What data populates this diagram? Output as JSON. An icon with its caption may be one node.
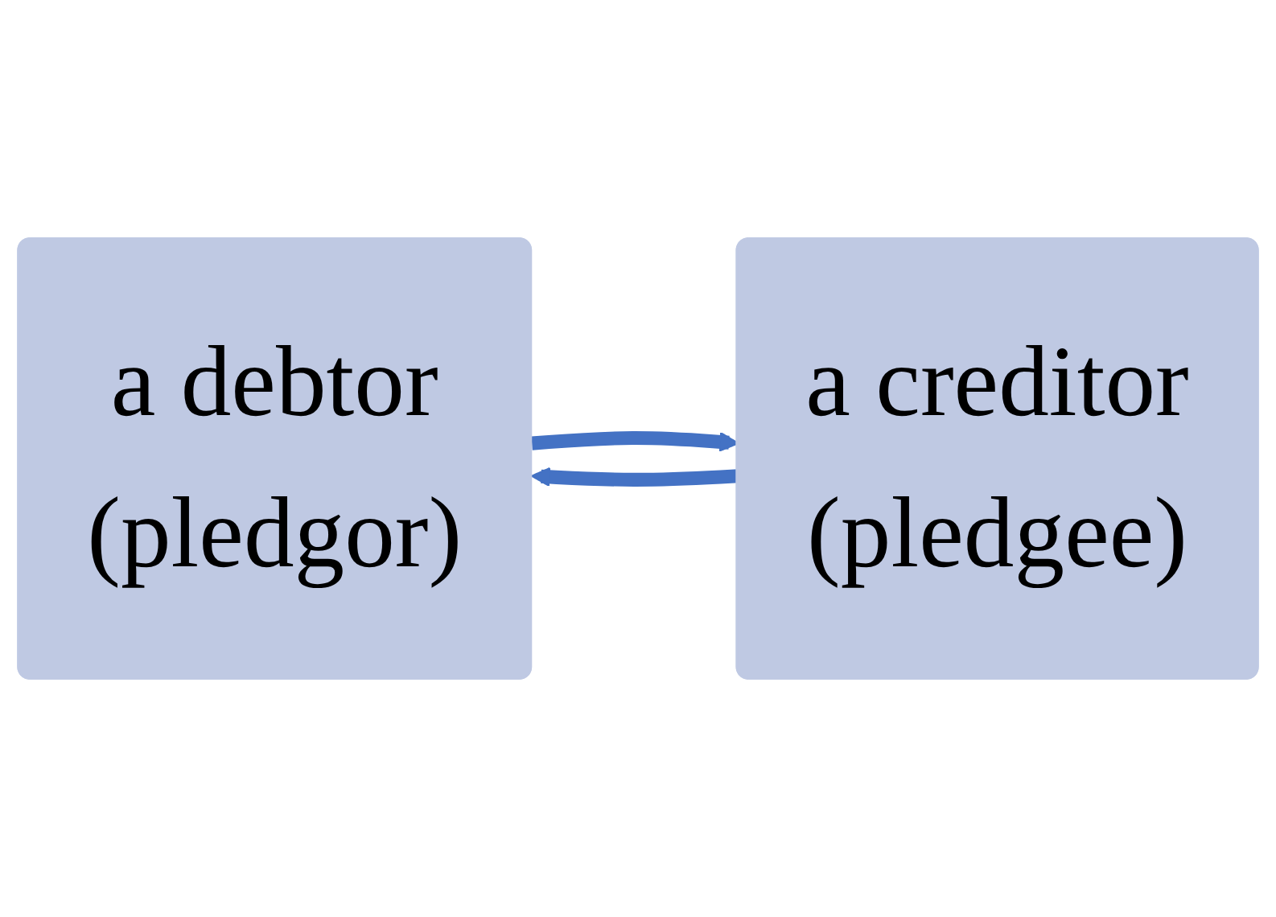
{
  "diagram": {
    "nodes": [
      {
        "text": [
          "a debtor",
          "(pledgor)"
        ]
      },
      {
        "text": [
          "a creditor",
          "(pledgee)"
        ]
      }
    ],
    "edges": [
      {
        "from": 0,
        "to": 1,
        "arrow": "to"
      },
      {
        "from": 1,
        "to": 0,
        "arrow": "to"
      }
    ]
  }
}
